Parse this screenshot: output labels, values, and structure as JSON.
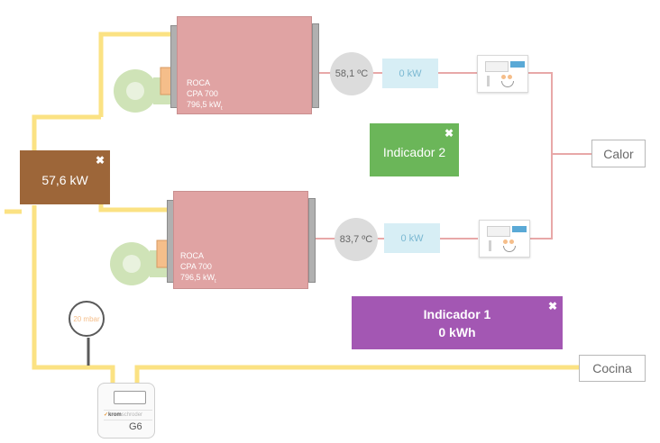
{
  "boilers": [
    {
      "brand": "ROCA",
      "model": "CPA 700",
      "power": "796,5 kW",
      "power_sub": "t",
      "temperature": "58,1 ºC",
      "output": "0 kW"
    },
    {
      "brand": "ROCA",
      "model": "CPA 700",
      "power": "796,5 kW",
      "power_sub": "t",
      "temperature": "83,7 ºC",
      "output": "0 kW"
    }
  ],
  "main_meter": {
    "value": "57,6 kW",
    "close": "✖"
  },
  "indicators": [
    {
      "title": "Indicador 2",
      "value": "",
      "close": "✖"
    },
    {
      "title": "Indicador 1",
      "value": "0 kWh",
      "close": "✖"
    }
  ],
  "outputs": {
    "heat": "Calor",
    "kitchen": "Cocina"
  },
  "gauge": {
    "pressure": "20 mbar"
  },
  "gas_meter": {
    "model": "G6",
    "brand": "krom",
    "brand_suffix": "schroder"
  },
  "colors": {
    "gas_pipe": "#fbe283",
    "water_pipe": "#e8a8a8",
    "meter_bg": "#9d6639",
    "indicator_green": "#6bb659",
    "indicator_purple": "#a357b3",
    "burner_green": "#cfe3b7",
    "connector_orange": "#f5be8a"
  }
}
